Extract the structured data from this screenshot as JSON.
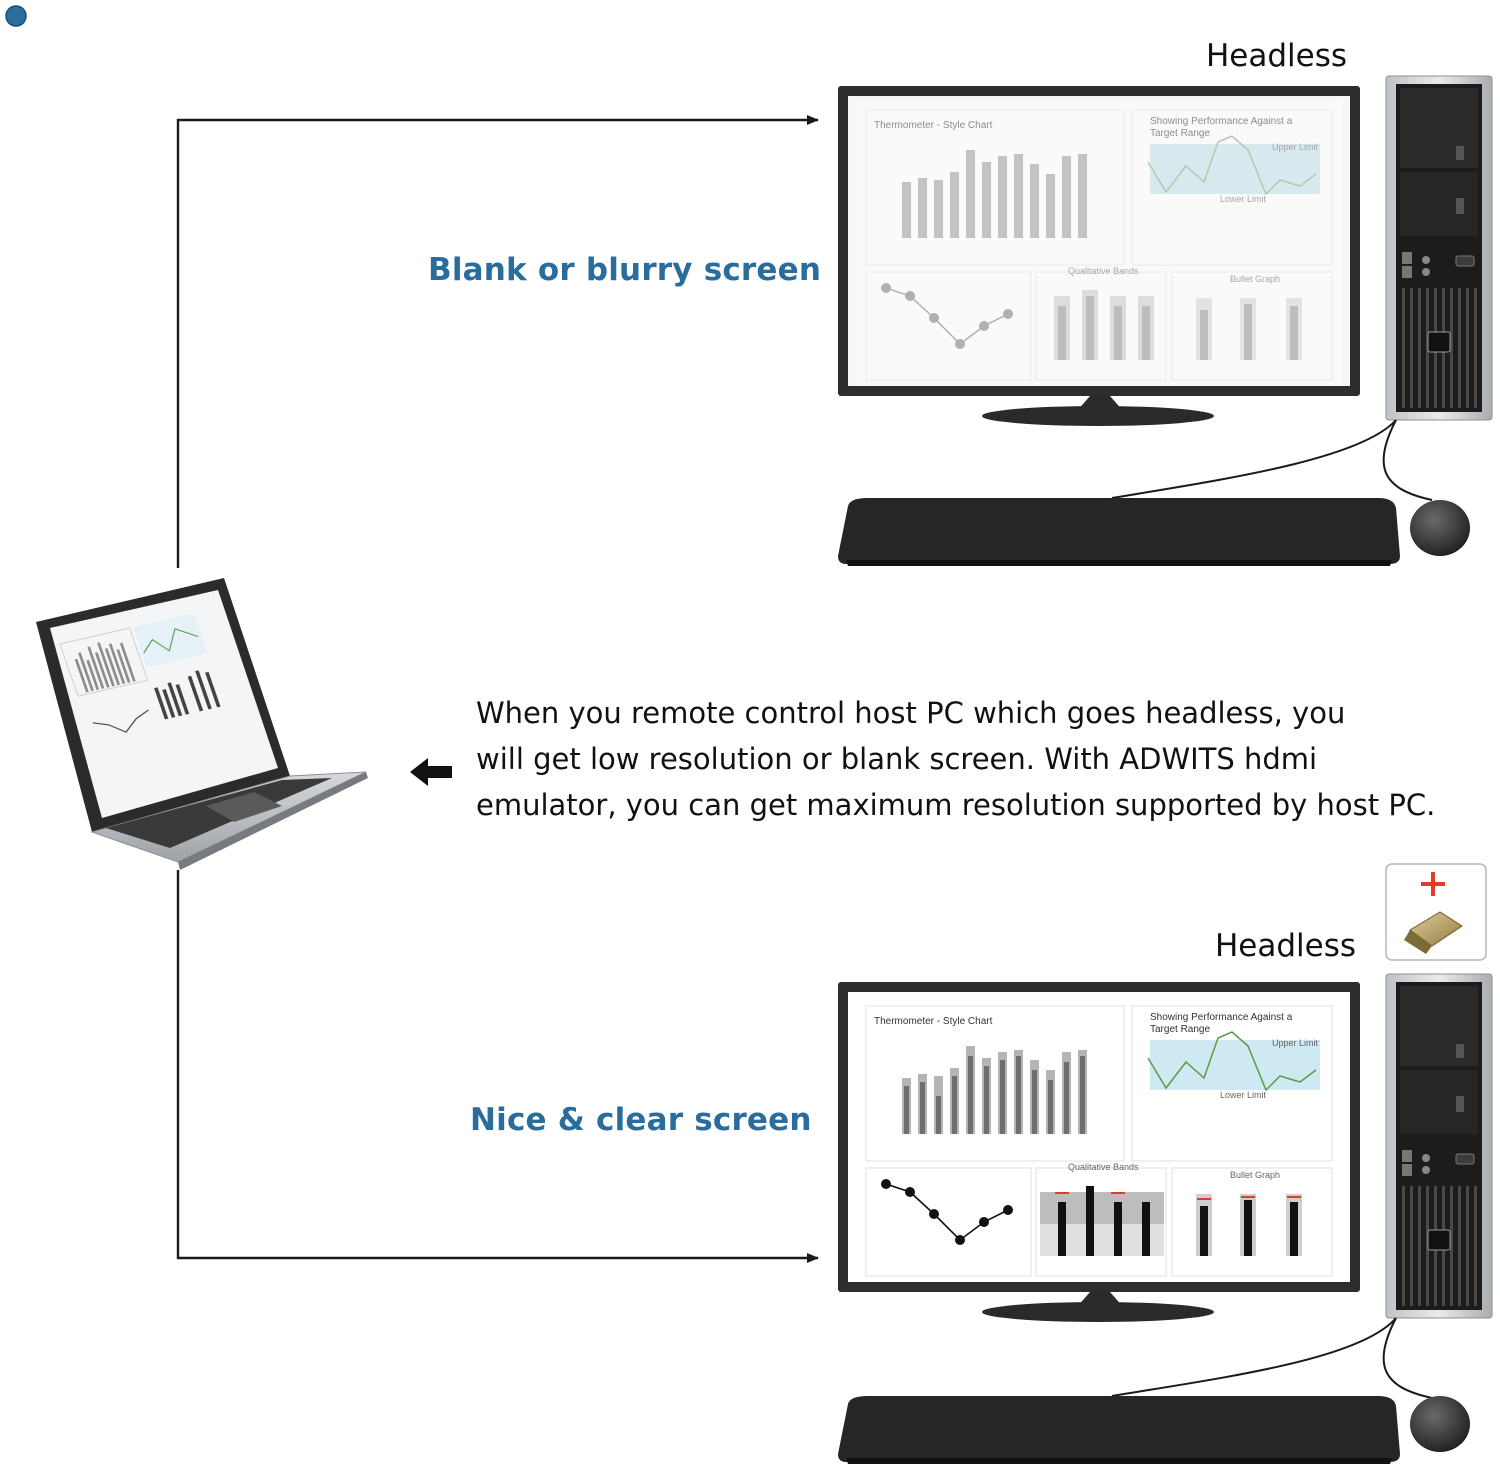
{
  "colors": {
    "caption": "#2a6d9c",
    "dot": "#2a6d9c",
    "line": "#1a1a1a",
    "plus": "#e23b2e"
  },
  "top": {
    "headless_label": "Headless",
    "caption": "Blank or blurry screen",
    "screen": {
      "chart1_title": "Thermometer - Style Chart",
      "chart2_title_line1": "Showing Performance Against a",
      "chart2_title_line2": "Target Range",
      "upper_limit": "Upper Limit",
      "lower_limit": "Lower Limit",
      "chart4_title": "Qualitative Bands",
      "chart5_title": "Bullet Graph"
    }
  },
  "bottom": {
    "headless_label": "Headless",
    "caption": "Nice & clear screen",
    "screen": {
      "chart1_title": "Thermometer - Style Chart",
      "chart2_title_line1": "Showing Performance Against a",
      "chart2_title_line2": "Target Range",
      "upper_limit": "Upper Limit",
      "lower_limit": "Lower Limit",
      "chart4_title": "Qualitative Bands",
      "chart5_title": "Bullet Graph"
    }
  },
  "description": {
    "line1": "When you remote control host PC which goes headless, you",
    "line2": "will get low resolution or blank screen. With ADWITS hdmi",
    "line3": "emulator, you can get maximum resolution supported by host PC."
  }
}
